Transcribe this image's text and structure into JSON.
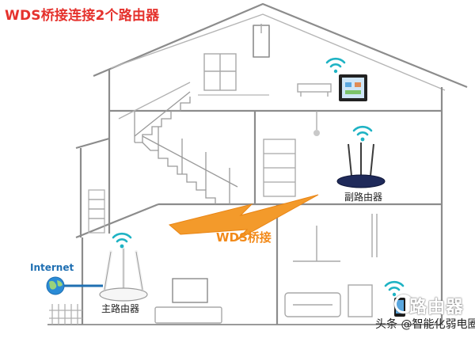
{
  "title": "WDS桥接连接2个路由器",
  "labels": {
    "internet": "Internet",
    "main_router": "主路由器",
    "sub_router": "副路由器",
    "link": "WDS桥接"
  },
  "watermark": {
    "prefix": "头条 @智能化弱电圈",
    "logo_text": "路由器"
  },
  "colors": {
    "title": "#e5322d",
    "wifi": "#1fb3c4",
    "internet": "#1f6fb2",
    "bolt": "#f28a1a"
  },
  "icons": [
    "wifi-icon",
    "globe-icon",
    "lightning-icon",
    "tablet-icon",
    "phone-icon",
    "router-icon"
  ]
}
